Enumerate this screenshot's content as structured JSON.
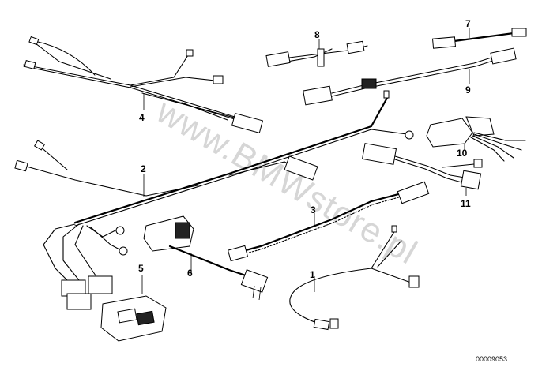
{
  "diagram": {
    "watermark": "www.BMWstore.pl",
    "document_number": "00009053",
    "parts": [
      {
        "callout": "1"
      },
      {
        "callout": "2"
      },
      {
        "callout": "3"
      },
      {
        "callout": "4"
      },
      {
        "callout": "5"
      },
      {
        "callout": "6"
      },
      {
        "callout": "7"
      },
      {
        "callout": "8"
      },
      {
        "callout": "9"
      },
      {
        "callout": "10"
      },
      {
        "callout": "11"
      }
    ]
  }
}
